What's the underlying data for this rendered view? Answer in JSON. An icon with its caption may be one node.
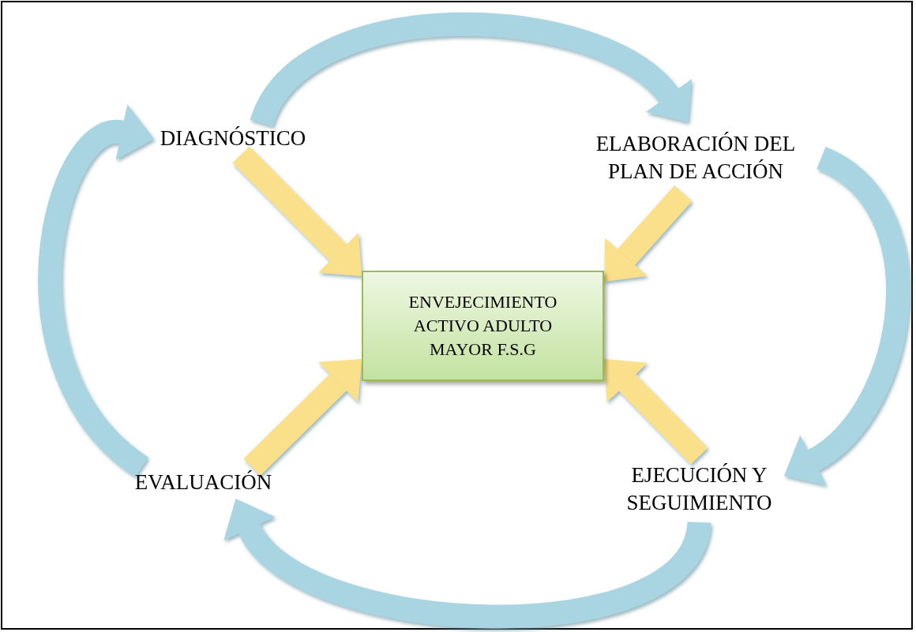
{
  "diagram": {
    "nodes": [
      {
        "text": [
          "DIAGNÓSTICO"
        ]
      },
      {
        "text": [
          "ELABORACIÓN DEL PLAN DE ACCIÓN"
        ]
      },
      {
        "text": [
          "ENVEJECIMIENTO ACTIVO ADULTO MAYOR F.S.G"
        ]
      },
      {
        "text": [
          "EVALUACIÓN"
        ]
      },
      {
        "text": [
          "EJECUCIÓN Y SEGUIMIENTO"
        ]
      }
    ],
    "edges": [
      {
        "from": 0,
        "to": 1,
        "arrow": "to",
        "color": "#a9d5e2"
      },
      {
        "from": 1,
        "to": 4,
        "arrow": "to",
        "color": "#a9d5e2"
      },
      {
        "from": 4,
        "to": 3,
        "arrow": "to",
        "color": "#a9d5e2"
      },
      {
        "from": 3,
        "to": 0,
        "arrow": "to",
        "color": "#a9d5e2"
      },
      {
        "from": 0,
        "to": 2,
        "arrow": "to",
        "color": "#fbe08c"
      },
      {
        "from": 1,
        "to": 2,
        "arrow": "to",
        "color": "#fbe08c"
      },
      {
        "from": 3,
        "to": 2,
        "arrow": "to",
        "color": "#fbe08c"
      },
      {
        "from": 4,
        "to": 2,
        "arrow": "to",
        "color": "#fbe08c"
      }
    ]
  }
}
